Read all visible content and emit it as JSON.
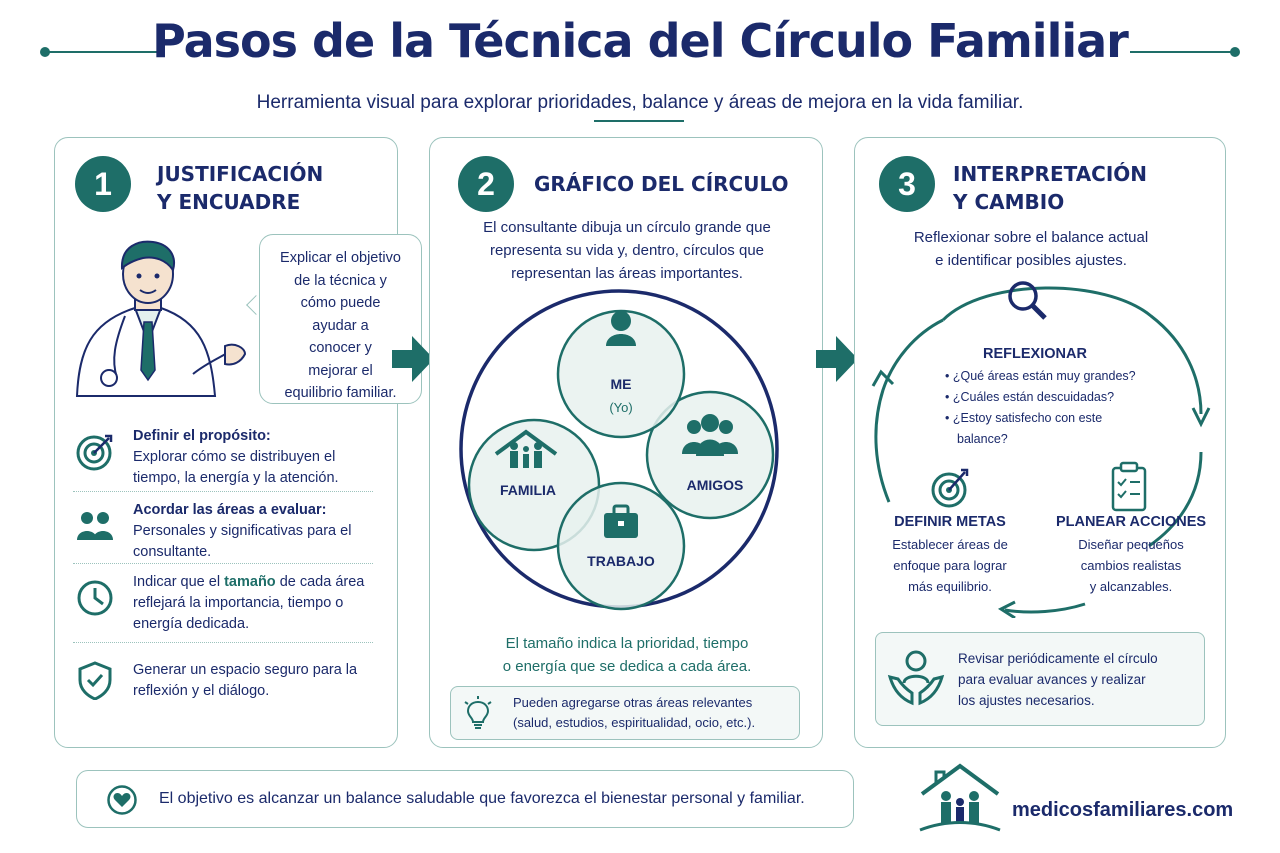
{
  "header": {
    "title": "Pasos de la Técnica del Círculo Familiar",
    "subtitle": "Herramienta visual para explorar prioridades, balance y áreas de mejora en la vida familiar."
  },
  "colors": {
    "primary": "#1e6e68",
    "navy": "#1b2a6b",
    "border": "#9cc3bd",
    "soft": "#f3f8f7"
  },
  "step1": {
    "number": "1",
    "title_line1": "JUSTIFICACIÓN",
    "title_line2": "Y ENCUADRE",
    "speech": [
      "Explicar el objetivo",
      "de la técnica y",
      "cómo puede",
      "ayudar a",
      "conocer y",
      "mejorar el",
      "equilibrio familiar."
    ],
    "items": [
      {
        "icon": "target-icon",
        "bold": "Definir el propósito:",
        "text": "Explorar cómo se distribuyen el tiempo, la energía y la atención."
      },
      {
        "icon": "people-icon",
        "bold": "Acordar las áreas a evaluar:",
        "text": "Personales y significativas para el consultante."
      },
      {
        "icon": "clock-icon",
        "pre": "Indicar que el ",
        "highlight": "tamaño",
        "post": " de cada área reflejará la importancia, tiempo o energía dedicada."
      },
      {
        "icon": "shield-check-icon",
        "text": "Generar un espacio seguro para la reflexión y el diálogo."
      }
    ]
  },
  "step2": {
    "number": "2",
    "title": "GRÁFICO DEL CÍRCULO",
    "description": [
      "El consultante dibuja un círculo grande que",
      "representa su vida y, dentro, círculos que",
      "representan las áreas importantes."
    ],
    "circles": {
      "me": "ME",
      "me_sub": "(Yo)",
      "familia": "FAMILIA",
      "amigos": "AMIGOS",
      "trabajo": "TRABAJO"
    },
    "note": [
      "El tamaño indica la prioridad, tiempo",
      "o energía que se dedica a cada área."
    ],
    "tip": [
      "Pueden agregarse otras áreas relevantes",
      "(salud, estudios, espiritualidad, ocio, etc.)."
    ]
  },
  "step3": {
    "number": "3",
    "title_line1": "INTERPRETACIÓN",
    "title_line2": "Y CAMBIO",
    "description": [
      "Reflexionar sobre el balance actual",
      "e identificar posibles ajustes."
    ],
    "reflexionar": {
      "title": "REFLEXIONAR",
      "bullets": [
        "¿Qué áreas están muy grandes?",
        "¿Cuáles están descuidadas?",
        "¿Estoy satisfecho con este",
        "balance?"
      ]
    },
    "metas": {
      "title": "DEFINIR METAS",
      "lines": [
        "Establecer áreas de",
        "enfoque para lograr",
        "más equilibrio."
      ]
    },
    "acciones": {
      "title": "PLANEAR ACCIONES",
      "lines": [
        "Diseñar pequeños",
        "cambios realistas",
        "y alcanzables."
      ]
    },
    "review": [
      "Revisar periódicamente el círculo",
      "para evaluar avances y realizar",
      "los ajustes necesarios."
    ]
  },
  "footer": {
    "message": "El objetivo es alcanzar un balance saludable que favorezca el bienestar personal y familiar.",
    "brand": "medicosfamiliares.com"
  }
}
